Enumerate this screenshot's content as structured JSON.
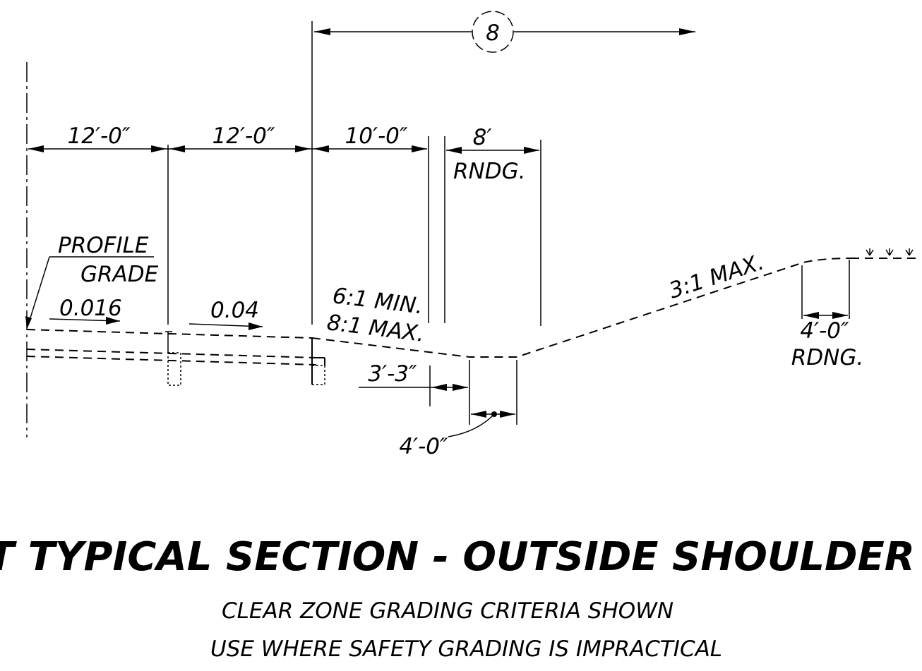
{
  "callout": {
    "number": "8"
  },
  "dimensions": {
    "lane_1": "12′-0″",
    "lane_2": "12′-0″",
    "shoulder": "10′-0″",
    "rounding_top_value": "8′",
    "rounding_top_label": "RNDG.",
    "ditch_offset": "3′-3″",
    "ditch_bottom": "4′-0″",
    "rounding_right_value": "4′-0″",
    "rounding_right_label": "RDNG."
  },
  "labels": {
    "profile_line1": "PROFILE",
    "profile_line2": "GRADE",
    "slope_lane_1": "0.016",
    "slope_lane_2": "0.04",
    "foreslope_min": "6:1 MIN.",
    "foreslope_max": "8:1 MAX.",
    "backslope": "3:1 MAX."
  },
  "title": "T TYPICAL SECTION - OUTSIDE SHOULDER",
  "notes": {
    "line1": "CLEAR ZONE GRADING CRITERIA SHOWN",
    "line2": "USE WHERE SAFETY GRADING IS IMPRACTICAL"
  }
}
